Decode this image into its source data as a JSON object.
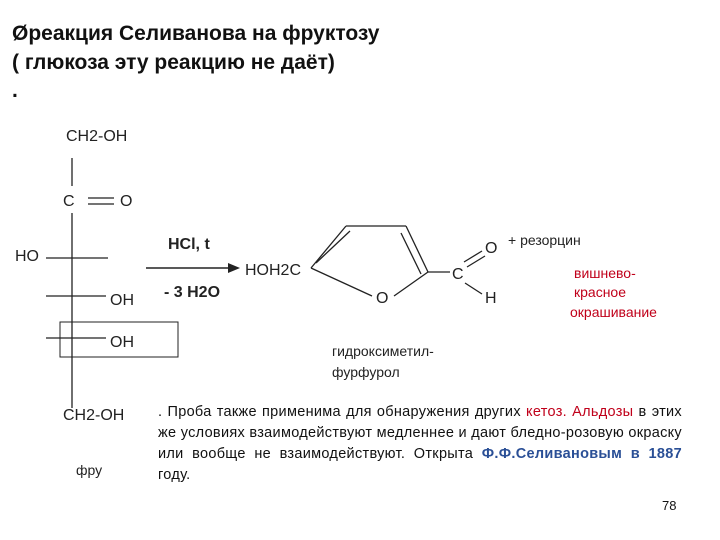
{
  "title": {
    "bullet": "Ø",
    "line1": "реакция Селиванова на фруктозу",
    "line2": "( глюкоза эту реакцию не даёт)",
    "line3": "."
  },
  "fructose": {
    "ch2oh_top": "CH2-OH",
    "c": "C",
    "o": "O",
    "ho": "HO",
    "oh1": "OH",
    "oh2": "OH",
    "ch2oh_bottom": "CH2-OH",
    "caption": "фру"
  },
  "reaction": {
    "reagent_top": "HCl, t",
    "reagent_bottom": "- 3 H2O"
  },
  "furfural": {
    "hoh2c": "HOH2C",
    "ring_o": "O",
    "c": "C",
    "o": "O",
    "h": "H",
    "name_line1": "гидроксиметил-",
    "name_line2": "фурфурол"
  },
  "product": {
    "reagent": "+ резорцин",
    "result_line1": "вишнево-",
    "result_line2": "красное",
    "result_line3": "окрашивание"
  },
  "note": {
    "part1": ". Проба также применима для обнаружения других",
    "part2": "кетоз.",
    "part3": "Альдозы",
    "part4": "в этих же условиях взаимодействуют медленнее и дают бледно-розовую окраску или вообще не взаимодействуют. Открыта",
    "part5": "Ф.Ф.Селивановым в 1887",
    "part6": "году."
  },
  "page_number": "78",
  "colors": {
    "accent_red": "#c0001a",
    "accent_blue": "#2a4f96"
  }
}
